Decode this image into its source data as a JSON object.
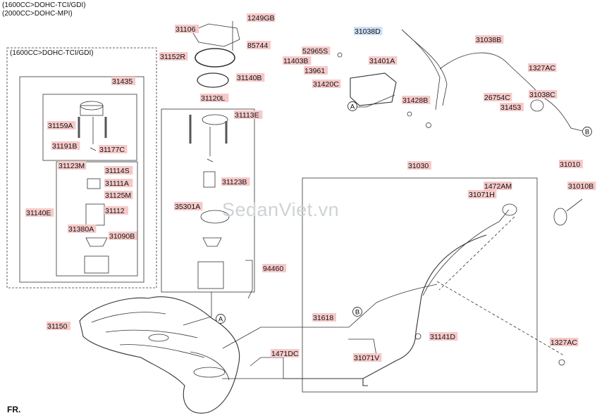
{
  "header": {
    "line1": "(1600CC>DOHC-TCI/GDI)",
    "line2": "(2000CC>DOHC-MPI)"
  },
  "left_group": {
    "caption": "(1600CC>DOHC-TCI/GDI)"
  },
  "watermark": "SedanViet.vn",
  "orientation": {
    "label": "FR."
  },
  "colors": {
    "label_bg": "#f6c9c9",
    "label_highlight_bg": "#cfe0f5",
    "line": "#333333"
  },
  "part_labels": [
    "31106",
    "1249GB",
    "85744",
    "31152R",
    "31140B",
    "31120L",
    "31113E",
    "31435",
    "31159A",
    "31191B",
    "31177C",
    "31123M",
    "31114S",
    "31111A",
    "31125M",
    "31112",
    "31140E",
    "31380A",
    "31090B",
    "31123B",
    "35301A",
    "94460",
    "31150",
    "31038D",
    "31038B",
    "52965S",
    "31401A",
    "11403B",
    "13961",
    "31420C",
    "1327AC",
    "26754C",
    "31038C",
    "31428B",
    "31453",
    "31030",
    "31010",
    "1472AM",
    "31071H",
    "31010B",
    "31618",
    "31141D",
    "1471DC",
    "31071V",
    "1327AC"
  ],
  "callouts": [
    "A",
    "A",
    "B",
    "B"
  ]
}
